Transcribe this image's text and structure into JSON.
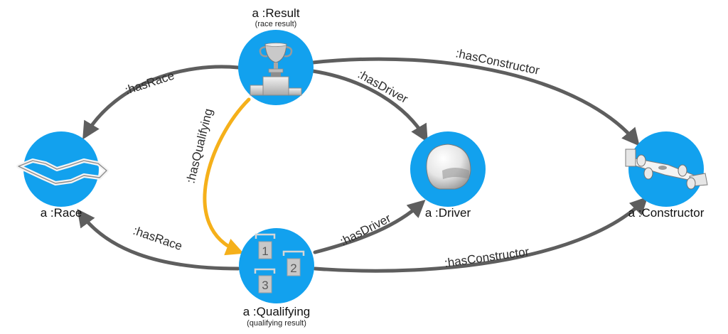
{
  "colors": {
    "node_fill": "#12a1ee",
    "edge": "#5e5e5e",
    "edge_highlight": "#f5b01a",
    "text": "#222222"
  },
  "nodes": {
    "result": {
      "title": "a :Result",
      "subtitle": "(race result)",
      "icon": "trophy-podium-icon"
    },
    "race": {
      "title": "a :Race",
      "icon": "race-track-icon"
    },
    "driver": {
      "title": "a :Driver",
      "icon": "helmet-icon"
    },
    "constructor": {
      "title": "a :Constructor",
      "icon": "race-car-icon"
    },
    "qualifying": {
      "title": "a :Qualifying",
      "subtitle": "(qualifying result)",
      "icon": "qualifying-positions-icon",
      "positions": [
        "1",
        "2",
        "3"
      ]
    }
  },
  "edges": {
    "result_race": {
      "label": ":hasRace"
    },
    "result_driver": {
      "label": ":hasDriver"
    },
    "result_constructor": {
      "label": ":hasConstructor"
    },
    "result_qualifying": {
      "label": ":hasQualifying"
    },
    "qualifying_race": {
      "label": ":hasRace"
    },
    "qualifying_driver": {
      "label": ":hasDriver"
    },
    "qualifying_constructor": {
      "label": ":hasConstructor"
    }
  }
}
